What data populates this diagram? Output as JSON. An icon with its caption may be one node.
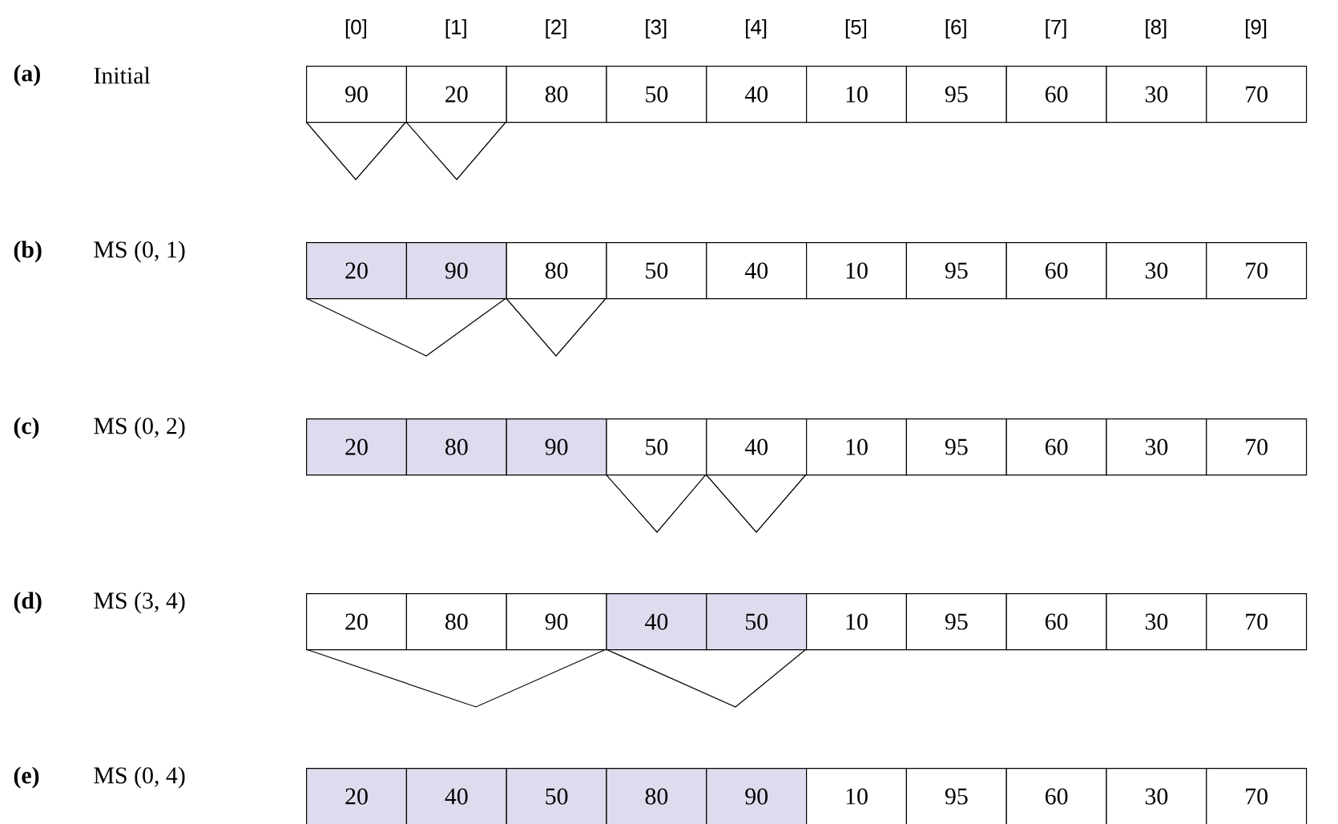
{
  "diagram": {
    "nodes": [
      {
        "text": [
          "90"
        ]
      },
      {
        "text": [
          "20"
        ]
      },
      {
        "text": [
          "80"
        ]
      },
      {
        "text": [
          "50"
        ]
      },
      {
        "text": [
          "40"
        ]
      },
      {
        "text": [
          "10"
        ]
      },
      {
        "text": [
          "95"
        ]
      },
      {
        "text": [
          "60"
        ]
      },
      {
        "text": [
          "30"
        ]
      },
      {
        "text": [
          "70"
        ]
      },
      {
        "text": [
          "20"
        ]
      },
      {
        "text": [
          "90"
        ]
      },
      {
        "text": [
          "80"
        ]
      },
      {
        "text": [
          "50"
        ]
      },
      {
        "text": [
          "40"
        ]
      },
      {
        "text": [
          "10"
        ]
      },
      {
        "text": [
          "95"
        ]
      },
      {
        "text": [
          "60"
        ]
      },
      {
        "text": [
          "30"
        ]
      },
      {
        "text": [
          "70"
        ]
      },
      {
        "text": [
          "20"
        ]
      },
      {
        "text": [
          "80"
        ]
      },
      {
        "text": [
          "90"
        ]
      },
      {
        "text": [
          "50"
        ]
      },
      {
        "text": [
          "40"
        ]
      },
      {
        "text": [
          "10"
        ]
      },
      {
        "text": [
          "95"
        ]
      },
      {
        "text": [
          "60"
        ]
      },
      {
        "text": [
          "30"
        ]
      },
      {
        "text": [
          "70"
        ]
      },
      {
        "text": [
          "20"
        ]
      },
      {
        "text": [
          "80"
        ]
      },
      {
        "text": [
          "90"
        ]
      },
      {
        "text": [
          "40"
        ]
      },
      {
        "text": [
          "50"
        ]
      },
      {
        "text": [
          "10"
        ]
      },
      {
        "text": [
          "95"
        ]
      },
      {
        "text": [
          "60"
        ]
      },
      {
        "text": [
          "30"
        ]
      },
      {
        "text": [
          "70"
        ]
      },
      {
        "text": [
          "20"
        ]
      },
      {
        "text": [
          "40"
        ]
      },
      {
        "text": [
          "50"
        ]
      },
      {
        "text": [
          "80"
        ]
      },
      {
        "text": [
          "90"
        ]
      },
      {
        "text": [
          "10"
        ]
      },
      {
        "text": [
          "95"
        ]
      },
      {
        "text": [
          "60"
        ]
      },
      {
        "text": [
          "30"
        ]
      },
      {
        "text": [
          "70"
        ]
      }
    ],
    "labels": [
      "[0]",
      "[1]",
      "[2]",
      "[3]",
      "[4]",
      "[5]",
      "[6]",
      "[7]",
      "[8]",
      "[9]",
      "(a)",
      "Initial",
      "(b)",
      "MS (0, 1)",
      "(c)",
      "MS (0, 2)",
      "(d)",
      "MS (3, 4)",
      "(e)",
      "MS (0, 4)"
    ]
  }
}
